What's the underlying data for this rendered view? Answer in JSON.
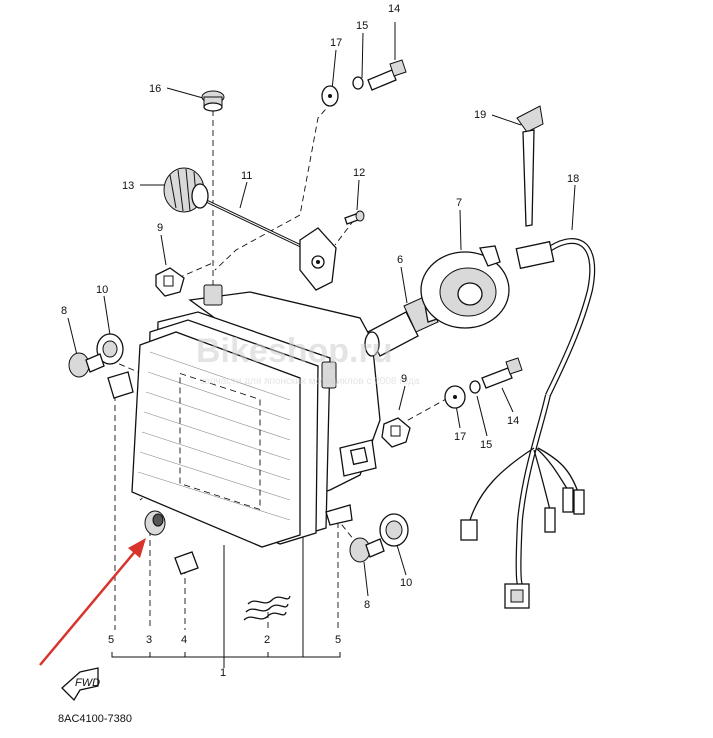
{
  "diagram": {
    "catalog_code": "8AC4100-7380",
    "direction_tag": "FWD",
    "watermark_main": "Bikeshop.ru",
    "watermark_sub": "запчасти для японских мотоциклов с 2008 года",
    "arrow_color": "#d9342b",
    "callouts": [
      {
        "id": "c1",
        "label": "1"
      },
      {
        "id": "c2",
        "label": "2"
      },
      {
        "id": "c3",
        "label": "3"
      },
      {
        "id": "c4",
        "label": "4"
      },
      {
        "id": "c5a",
        "label": "5"
      },
      {
        "id": "c5b",
        "label": "5"
      },
      {
        "id": "c6",
        "label": "6"
      },
      {
        "id": "c7",
        "label": "7"
      },
      {
        "id": "c8a",
        "label": "8"
      },
      {
        "id": "c8b",
        "label": "8"
      },
      {
        "id": "c9a",
        "label": "9"
      },
      {
        "id": "c9b",
        "label": "9"
      },
      {
        "id": "c10a",
        "label": "10"
      },
      {
        "id": "c10b",
        "label": "10"
      },
      {
        "id": "c11",
        "label": "11"
      },
      {
        "id": "c12",
        "label": "12"
      },
      {
        "id": "c13",
        "label": "13"
      },
      {
        "id": "c14a",
        "label": "14"
      },
      {
        "id": "c14b",
        "label": "14"
      },
      {
        "id": "c15a",
        "label": "15"
      },
      {
        "id": "c15b",
        "label": "15"
      },
      {
        "id": "c16",
        "label": "16"
      },
      {
        "id": "c17a",
        "label": "17"
      },
      {
        "id": "c17b",
        "label": "17"
      },
      {
        "id": "c18",
        "label": "18"
      },
      {
        "id": "c19",
        "label": "19"
      }
    ]
  }
}
